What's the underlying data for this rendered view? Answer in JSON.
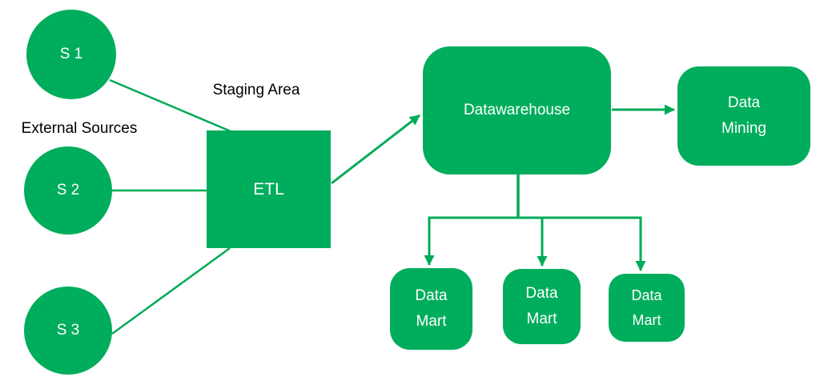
{
  "colors": {
    "shape_green": "#00ad5c",
    "line_green": "#00ab58",
    "text_on_shape": "#ffffff",
    "label_text": "#000000",
    "background": "#ffffff"
  },
  "diagram": {
    "type": "data-warehouse-architecture-flowchart",
    "sources": [
      {
        "label": "S 1"
      },
      {
        "label": "S 2"
      },
      {
        "label": "S 3"
      }
    ],
    "external_sources_label": "External Sources",
    "staging_area_label": "Staging Area",
    "etl_label": "ETL",
    "warehouse_label": "Datawarehouse",
    "mining_label": "Data Mining",
    "marts": [
      {
        "label": "Data Mart"
      },
      {
        "label": "Data Mart"
      },
      {
        "label": "Data Mart"
      }
    ],
    "edges": [
      "S 1 -> ETL",
      "S 2 -> ETL",
      "S 3 -> ETL",
      "ETL -> Datawarehouse (arrow)",
      "Datawarehouse -> Data Mining (arrow)",
      "Datawarehouse -> Data Mart x3 (arrows)"
    ]
  }
}
